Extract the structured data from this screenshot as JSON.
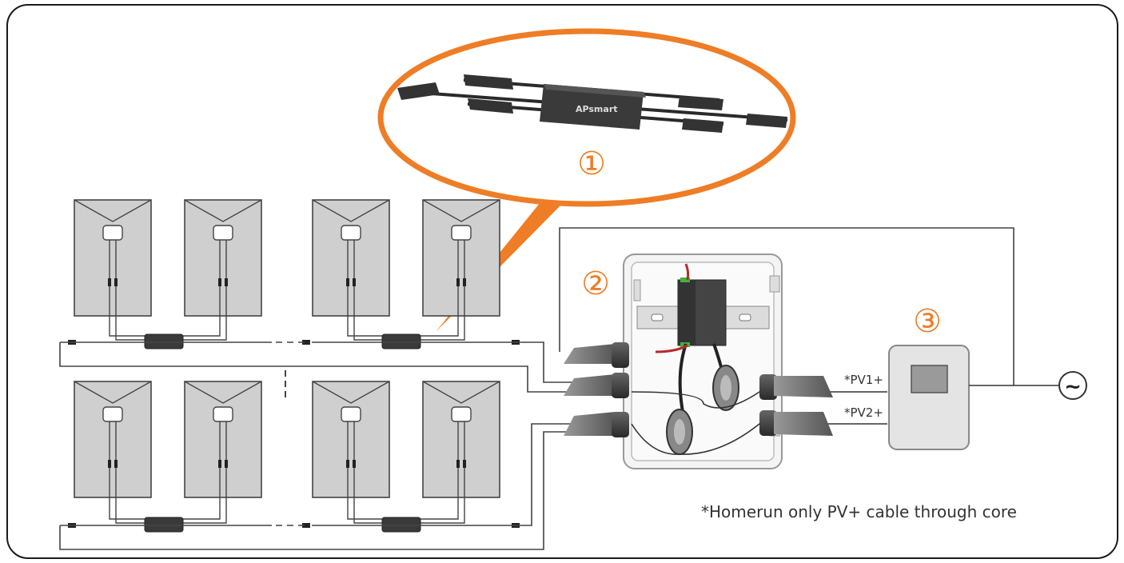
{
  "callouts": {
    "one": "①",
    "two": "②",
    "three": "③"
  },
  "device_brand": "APsmart",
  "labels": {
    "pv1": "*PV1+",
    "pv2": "*PV2+",
    "ac_symbol": "~"
  },
  "note": "*Homerun only PV+ cable through core",
  "colors": {
    "accent": "#ee7d26",
    "panel_fill": "#cfcfcf",
    "line": "#333333"
  }
}
